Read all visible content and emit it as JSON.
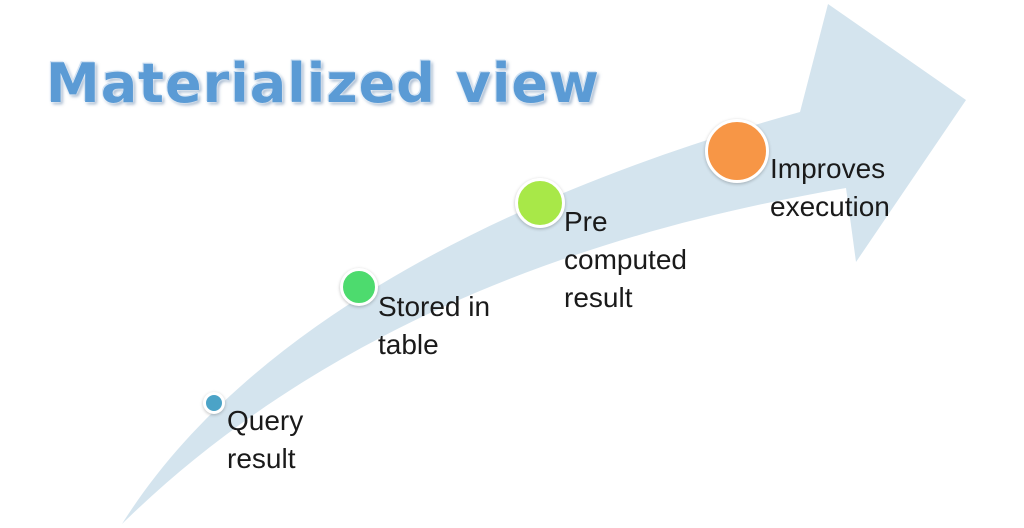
{
  "title": "Materialized view",
  "arrow_color": "#d4e4ee",
  "steps": [
    {
      "label": "Query\nresult",
      "color": "#4ba3c7"
    },
    {
      "label": "Stored in\ntable",
      "color": "#4ddb6e"
    },
    {
      "label": "Pre\ncomputed\nresult",
      "color": "#a8e848"
    },
    {
      "label": "Improves\nexecution",
      "color": "#f79646"
    }
  ]
}
